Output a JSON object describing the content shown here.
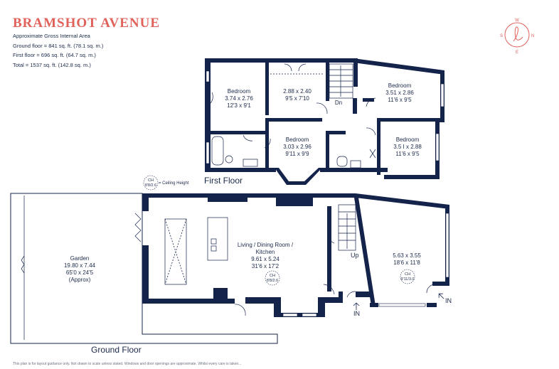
{
  "title": "BRAMSHOT AVENUE",
  "area": {
    "heading": "Approximate Gross Internal Area",
    "ground": "Ground floor = 841 sq. ft. (78.1 sq. m.)",
    "first": "First floor = 696 sq. ft. (64.7 sq. m.)",
    "total": "Total = 1537 sq. ft. (142.8 sq. m.)"
  },
  "compass": {
    "n": "N",
    "s": "S",
    "e": "E",
    "w": "W"
  },
  "first_floor": {
    "label": "First Floor",
    "bedroom1": {
      "name": "Bedroom",
      "metric": "3.74 x 2.76",
      "imperial": "12'3 x 9'1"
    },
    "room2": {
      "metric": "2.88 x 2.40",
      "imperial": "9'5 x 7'10"
    },
    "bedroom3": {
      "name": "Bedroom",
      "metric": "3.51 x 2.86",
      "imperial": "11'6 x 9'5"
    },
    "bedroom4": {
      "name": "Bedroom",
      "metric": "3.03 x 2.96",
      "imperial": "9'11 x 9'9"
    },
    "bedroom5": {
      "name": "Bedroom",
      "metric": "3.5 I x 2.88",
      "imperial": "11'6 x 9'5"
    },
    "dn": "Dn"
  },
  "ceiling_legend": {
    "ch": "CH",
    "value": "8'8/2.6",
    "label": "= Ceiling Height"
  },
  "ground_floor": {
    "label": "Ground Floor",
    "garden": {
      "name": "Garden",
      "metric": "19.80 x 7.44",
      "imperial": "65'0 x 24'5",
      "note": "(Approx)"
    },
    "living": {
      "name1": "Living / Dining Room /",
      "name2": "Kitchen",
      "metric": "9.61 x 5.24",
      "imperial": "31'6 x 17'2",
      "ch": "CH",
      "ch_value": "8'8/2.6"
    },
    "room_right": {
      "metric": "5.63 x 3.55",
      "imperial": "18'6 x 11'8",
      "ch": "CH",
      "ch_value": "9'11/3.0"
    },
    "up": "Up",
    "in1": "IN",
    "in2": "IN"
  },
  "footer": "This plan is for layout guidance only. Not drawn to scale unless stated. Windows and door openings are approximate. Whilst every care is taken..."
}
